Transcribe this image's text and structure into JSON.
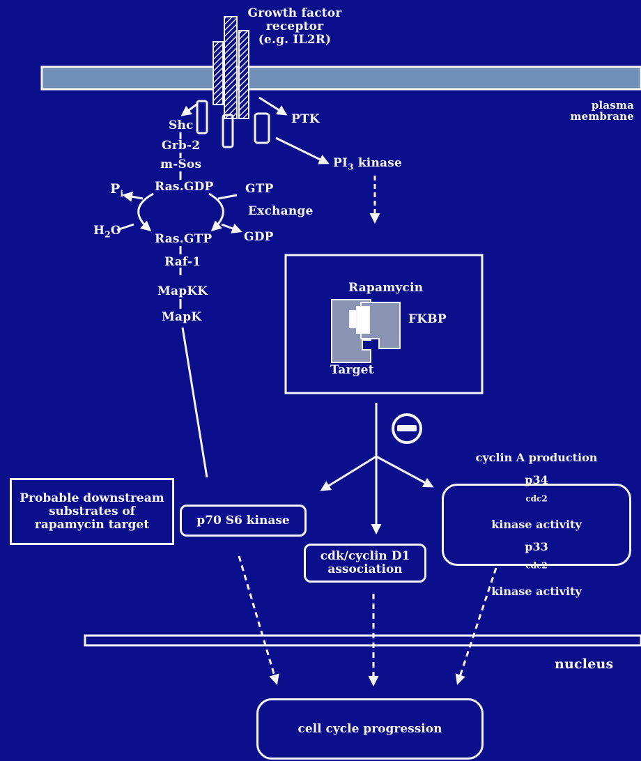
{
  "receptor": {
    "line1": "Growth factor",
    "line2": "receptor",
    "line3": "(e.g.  IL2R)"
  },
  "membrane": {
    "line1": "plasma",
    "line2": "membrane"
  },
  "ptk": "PTK",
  "pi3_kinase": {
    "prefix": "PI",
    "sub": "3",
    "suffix": " kinase"
  },
  "pathway": {
    "shc": "Shc",
    "grb2": "Grb-2",
    "msos": "m-Sos",
    "ras_gdp": "Ras.GDP",
    "ras_gtp": "Ras.GTP",
    "raf1": "Raf-1",
    "mapkk": "MapKK",
    "mapk": "MapK"
  },
  "cycle": {
    "pi": "P",
    "pi_sub": "i",
    "h2o_h": "H",
    "h2o_sub": "2",
    "h2o_o": "O",
    "gtp": "GTP",
    "exchange": "Exchange",
    "gdp": "GDP"
  },
  "complex": {
    "rapamycin": "Rapamycin",
    "fkbp": "FKBP",
    "target": "Target"
  },
  "inhibition_symbol": "minus",
  "substrates_box": {
    "line1": "Probable downstream",
    "line2": "substrates of",
    "line3": "rapamycin target"
  },
  "p70": "p70  S6  kinase",
  "cdk": {
    "line1": "cdk/cyclin  D1",
    "line2": "association"
  },
  "cyclin_box": {
    "line1": "cyclin  A  production",
    "line2_prefix": "p34",
    "line2_sup": "cdc2",
    "line2_suffix": " kinase activity",
    "line3_prefix": "p33",
    "line3_sup": "cdc2",
    "line3_suffix": " kinase activity"
  },
  "nucleus": "nucleus",
  "cell_cycle": "cell  cycle  progression",
  "colors": {
    "background": "#0c0f8c",
    "foreground": "#f4f4f4",
    "membrane_fill": "#6f8fb8",
    "complex_fill": "#8b95b3"
  }
}
